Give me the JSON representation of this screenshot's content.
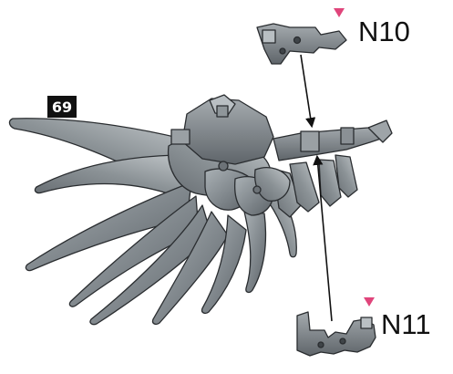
{
  "step": {
    "number": "69"
  },
  "parts": [
    {
      "id": "n10",
      "code": "N10",
      "marker": "pink-triangle"
    },
    {
      "id": "n11",
      "code": "N11",
      "marker": "pink-triangle"
    }
  ],
  "colors": {
    "part_gray": "#7f868b",
    "part_gray_light": "#b9bfc3",
    "part_gray_dark": "#3f4448",
    "outline": "#2a2d30",
    "marker_pink": "#e0457b",
    "label_text": "#111111"
  },
  "icons": {
    "assembly_arrow": "arrow-icon",
    "sprue_gate_marker": "triangle-marker-icon"
  }
}
